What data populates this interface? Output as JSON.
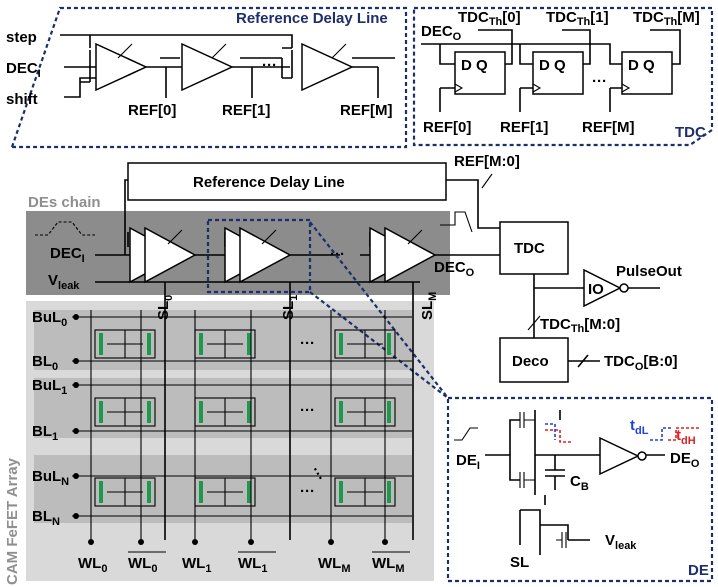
{
  "ref_inset": {
    "title": "Reference Delay Line",
    "inputs": [
      "step",
      "DEC",
      "shift"
    ],
    "outputs": [
      "REF[0]",
      "REF[1]",
      "REF[M]"
    ],
    "ellipsis": "···"
  },
  "tdc_inset": {
    "title": "TDC",
    "input": "DEC",
    "outputs": [
      "TDC",
      "TDC",
      "TDC"
    ],
    "out_idx": [
      "[0]",
      "[1]",
      "[M]"
    ],
    "ff_label": "D Q",
    "refs": [
      "REF[0]",
      "REF[1]",
      "REF[M]"
    ],
    "ellipsis": "···"
  },
  "main": {
    "ref_line_label": "Reference Delay Line",
    "ref_bus": "REF[M:0]",
    "des_chain_label": "DEs chain",
    "dec_in": "DEC",
    "vleak": "V",
    "vleak_sub": "leak",
    "dec_out": "DEC",
    "tdc_label": "TDC",
    "io_label": "IO",
    "pulse_out": "PulseOut",
    "tdc_th_bus": "TDC",
    "tdc_th_bus_rest": "[M:0]",
    "deco_label": "Deco",
    "tdc_out": "TDC",
    "tdc_out_rest": "[B:0]",
    "sl_labels": [
      "SL",
      "SL",
      "SL"
    ],
    "sl_idx": [
      "0",
      "1",
      "M"
    ],
    "dots": "···"
  },
  "array": {
    "side_label": "CAM FeFET Array",
    "rows": [
      {
        "main": "BuL",
        "idx": "0"
      },
      {
        "main": "BL",
        "idx": "0"
      },
      {
        "main": "BuL",
        "idx": "1"
      },
      {
        "main": "BL",
        "idx": "1"
      },
      {
        "main": "BuL",
        "idx": "N"
      },
      {
        "main": "BL",
        "idx": "N"
      }
    ],
    "cols": [
      {
        "main": "WL",
        "idx": "0",
        "bar": false
      },
      {
        "main": "WL",
        "idx": "0",
        "bar": true
      },
      {
        "main": "WL",
        "idx": "1",
        "bar": false
      },
      {
        "main": "WL",
        "idx": "1",
        "bar": true
      },
      {
        "main": "WL",
        "idx": "M",
        "bar": false
      },
      {
        "main": "WL",
        "idx": "M",
        "bar": true
      }
    ],
    "dots": "···"
  },
  "de_inset": {
    "title": "DE",
    "in_label": "DE",
    "out_label": "DE",
    "cap_label": "C",
    "cap_sub": "B",
    "sl_label": "SL",
    "vleak": "V",
    "vleak_sub": "leak",
    "tdl": "t",
    "tdl_sub": "dL",
    "tdh": "t",
    "tdh_sub": "dH"
  },
  "colors": {
    "accent_blue": "#1c2f6b",
    "fefet_green": "#1a9a4a",
    "array_gray": "#d9d9d9",
    "chain_gray": "#8c8c8c",
    "red": "#e02020",
    "blue": "#1f3fe0"
  }
}
